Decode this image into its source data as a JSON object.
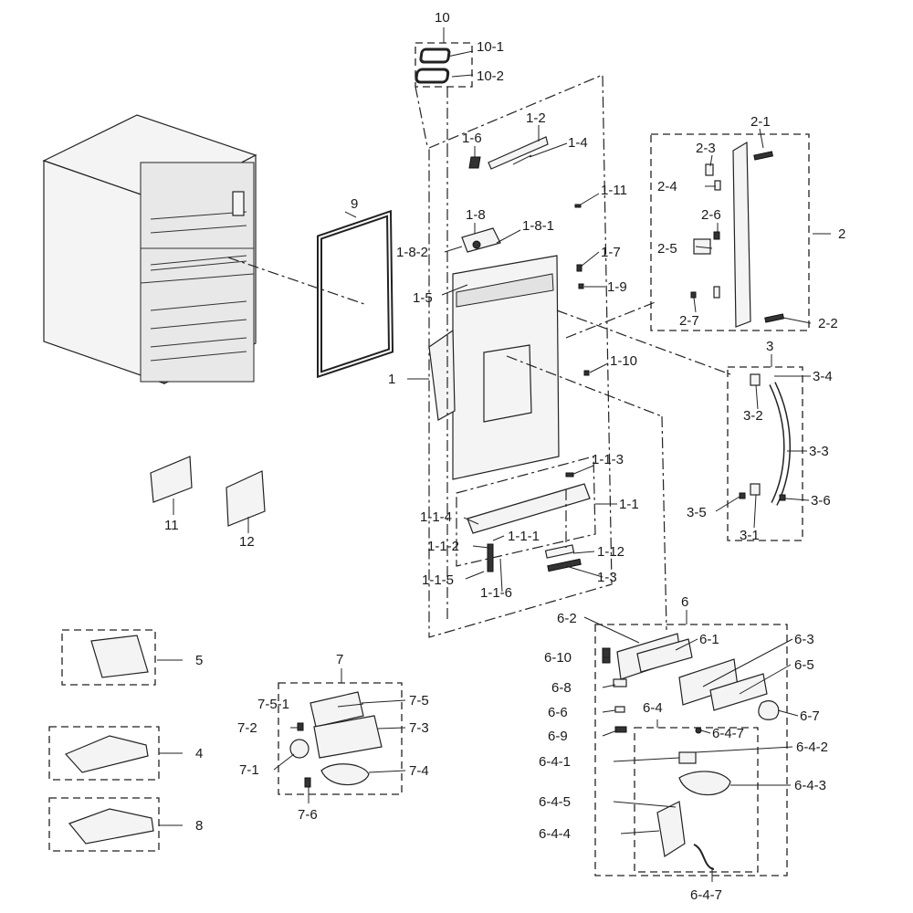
{
  "parts": {
    "p10": "10",
    "p10_1": "10-1",
    "p10_2": "10-2",
    "p1_6": "1-6",
    "p1_2": "1-2",
    "p1_4": "1-4",
    "p1_11": "1-11",
    "p1_8": "1-8",
    "p1_8_1": "1-8-1",
    "p1_8_2": "1-8-2",
    "p1_7": "1-7",
    "p1_9": "1-9",
    "p1_5": "1-5",
    "p1": "1",
    "p1_10": "1-10",
    "p1_1_3": "1-1-3",
    "p1_1": "1-1",
    "p1_1_4": "1-1-4",
    "p1_1_1": "1-1-1",
    "p1_1_2": "1-1-2",
    "p1_12": "1-12",
    "p1_1_5": "1-1-5",
    "p1_3": "1-3",
    "p1_1_6": "1-1-6",
    "p9": "9",
    "p11": "11",
    "p12": "12",
    "p2_1": "2-1",
    "p2_3": "2-3",
    "p2_4": "2-4",
    "p2_6": "2-6",
    "p2": "2",
    "p2_5": "2-5",
    "p2_7": "2-7",
    "p2_2": "2-2",
    "p3": "3",
    "p3_4": "3-4",
    "p3_2": "3-2",
    "p3_3": "3-3",
    "p3_5": "3-5",
    "p3_6": "3-6",
    "p3_1": "3-1",
    "p6": "6",
    "p6_2": "6-2",
    "p6_1": "6-1",
    "p6_3": "6-3",
    "p6_10": "6-10",
    "p6_5": "6-5",
    "p6_8": "6-8",
    "p6_4": "6-4",
    "p6_6": "6-6",
    "p6_7": "6-7",
    "p6_9": "6-9",
    "p6_4_7a": "6-4-7",
    "p6_4_2": "6-4-2",
    "p6_4_1": "6-4-1",
    "p6_4_3": "6-4-3",
    "p6_4_5": "6-4-5",
    "p6_4_4": "6-4-4",
    "p6_4_7b": "6-4-7",
    "p5": "5",
    "p4": "4",
    "p8": "8",
    "p7": "7",
    "p7_5_1": "7-5-1",
    "p7_5": "7-5",
    "p7_2": "7-2",
    "p7_3": "7-3",
    "p7_1": "7-1",
    "p7_4": "7-4",
    "p7_6": "7-6"
  }
}
